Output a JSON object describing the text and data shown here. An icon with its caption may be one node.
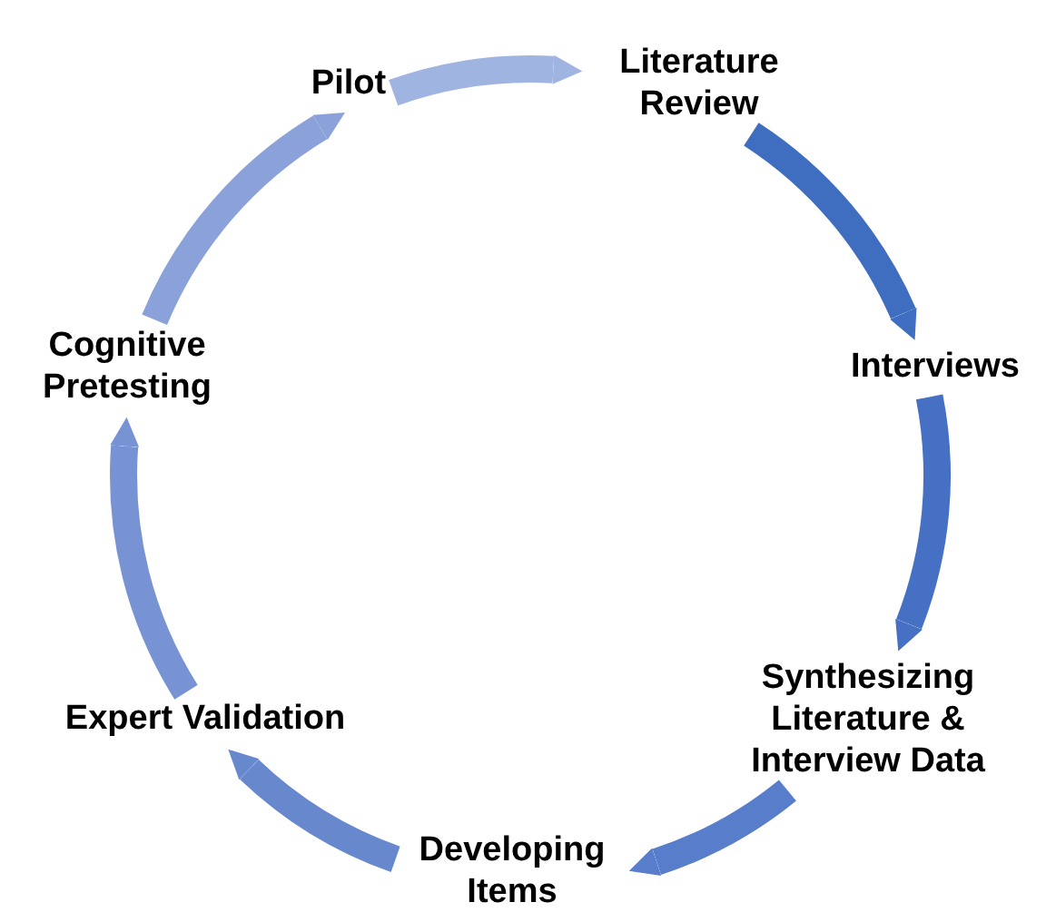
{
  "diagram": {
    "nodes": [
      {
        "text": [
          "Literature Review"
        ]
      },
      {
        "text": [
          "Interviews"
        ]
      },
      {
        "text": [
          "Synthesizing Literature & Interview Data"
        ]
      },
      {
        "text": [
          "Developing Items"
        ]
      },
      {
        "text": [
          "Expert Validation"
        ]
      },
      {
        "text": [
          "Cognitive Pretesting"
        ]
      },
      {
        "text": [
          "Pilot"
        ]
      }
    ],
    "edges": [
      {
        "from": 0,
        "to": 1,
        "arrow": "to",
        "color": "#3f6ec0"
      },
      {
        "from": 1,
        "to": 2,
        "arrow": "to",
        "color": "#4670c3"
      },
      {
        "from": 2,
        "to": 3,
        "arrow": "to",
        "color": "#587dca"
      },
      {
        "from": 3,
        "to": 4,
        "arrow": "to",
        "color": "#6888ce"
      },
      {
        "from": 4,
        "to": 5,
        "arrow": "to",
        "color": "#7893d3"
      },
      {
        "from": 5,
        "to": 6,
        "arrow": "to",
        "color": "#8aa2d9"
      },
      {
        "from": 6,
        "to": 0,
        "arrow": "to",
        "color": "#a0b4e1"
      }
    ]
  }
}
